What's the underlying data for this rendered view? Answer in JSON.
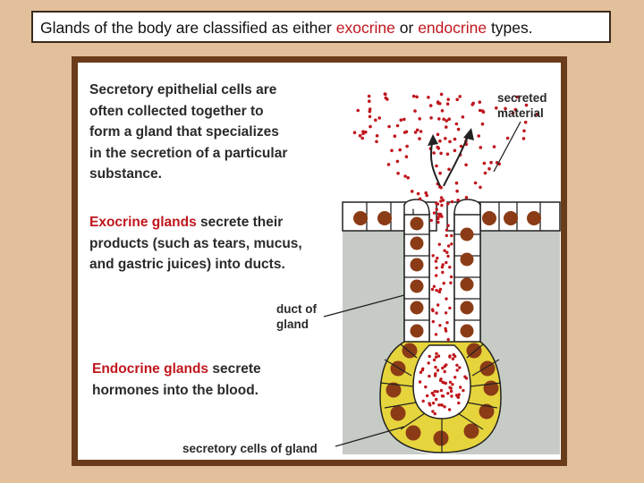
{
  "title": {
    "before": "Glands of the body are classified as either ",
    "exocrine": "exocrine",
    "middle": " or ",
    "endocrine": "endocrine",
    "after": " types."
  },
  "intro": {
    "lines": [
      "Secretory epithelial cells are",
      "often collected together to",
      "form a gland that specializes",
      "in the secretion of a particular",
      "substance."
    ]
  },
  "exocrine_text": {
    "term": "Exocrine glands",
    "line1_rest": " secrete their",
    "line2": "products (such as tears, mucus,",
    "line3": "and gastric juices) into ducts."
  },
  "endocrine_text": {
    "term": "Endocrine glands",
    "line1_rest": " secrete",
    "line2": "hormones into the blood."
  },
  "labels": {
    "secreted_material": [
      "secreted",
      "material"
    ],
    "duct_of_gland": [
      "duct of",
      "gland"
    ],
    "secretory_cells": "secretory cells of gland"
  },
  "colors": {
    "page_background": "#e2c09c",
    "frame": "#6a3c1c",
    "accent_red": "#c0161d",
    "tissue_gray": "#c6cbc6",
    "nucleus": "#8b3c16",
    "gland_cell_fill": "#e6d43c"
  }
}
